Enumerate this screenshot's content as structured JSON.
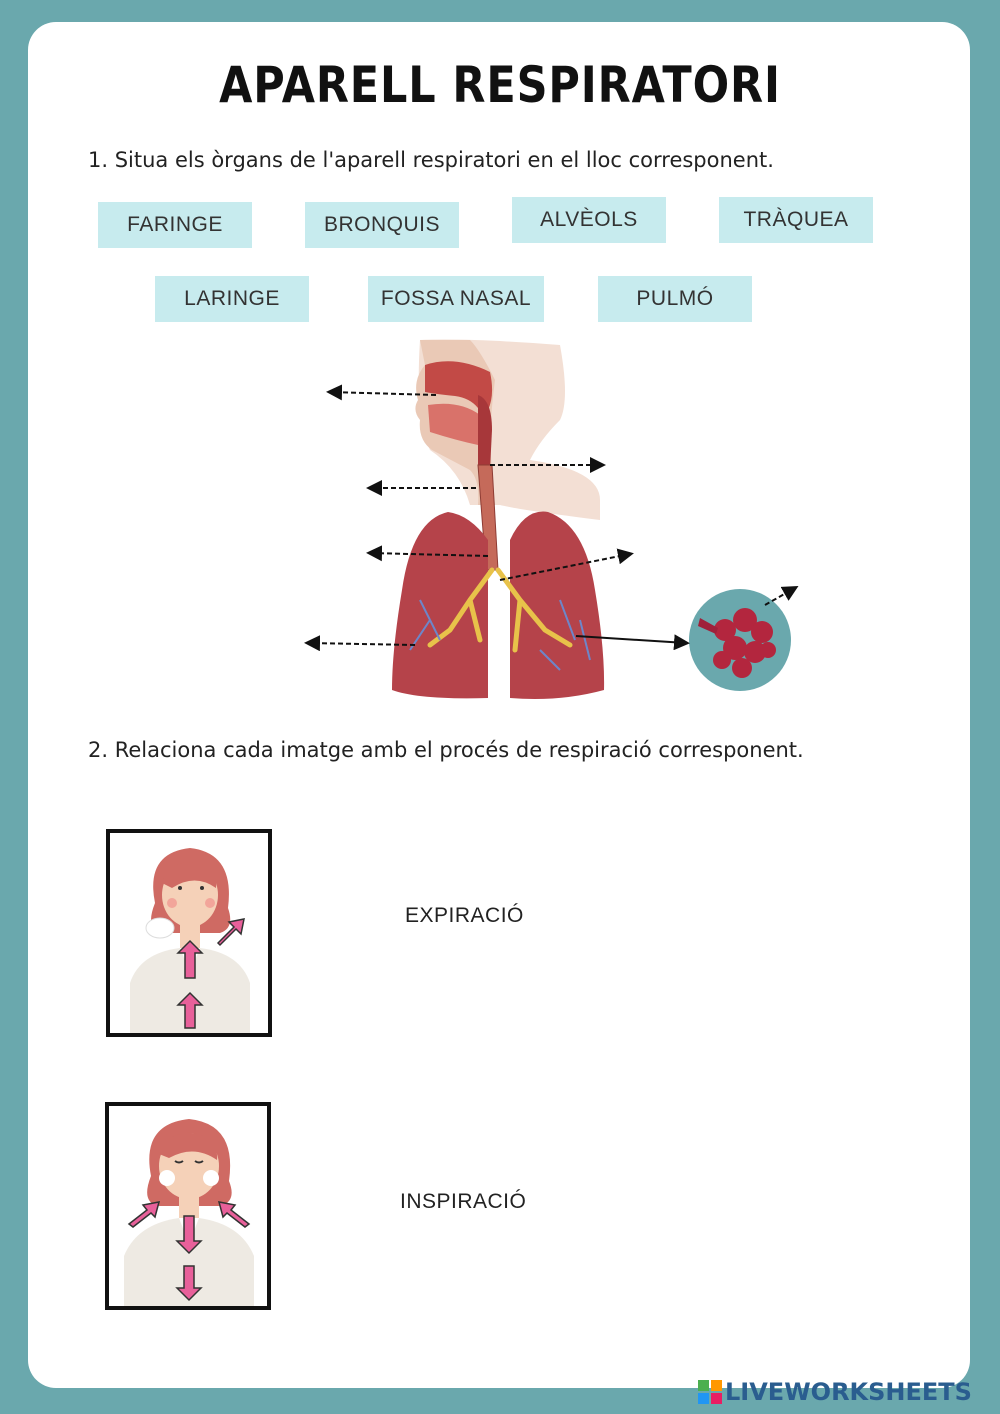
{
  "title": "APARELL RESPIRATORI",
  "question1": "1. Situa els òrgans de l'aparell respiratori en el lloc corresponent.",
  "chips": [
    "FARINGE",
    "BRONQUIS",
    "ALVÈOLS",
    "TRÀQUEA",
    "LARINGE",
    "FOSSA NASAL",
    "PULMÓ"
  ],
  "question2": "2. Relaciona cada imatge amb el procés de respiració corresponent.",
  "processes": [
    "EXPIRACIÓ",
    "INSPIRACIÓ"
  ],
  "logo": "LIVEWORKSHEETS",
  "colors": {
    "background": "#6aa8ad",
    "chip": "#c7ebee",
    "arrow_pink": "#e8609a",
    "lung": "#b5434a"
  }
}
